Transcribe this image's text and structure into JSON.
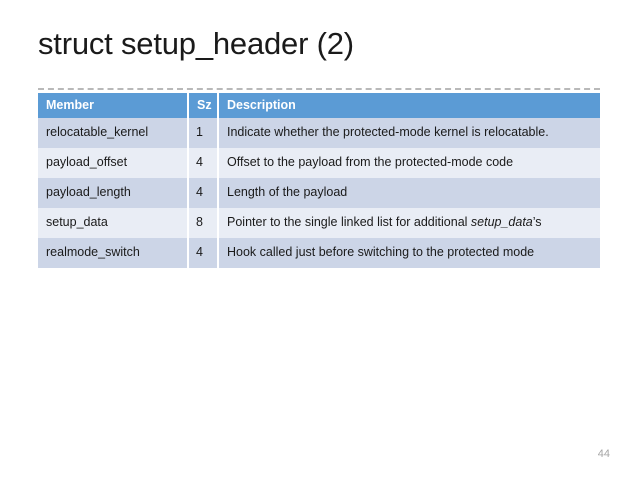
{
  "slide": {
    "title": "struct setup_header (2)",
    "number": "44",
    "accent_color": "#5B9BD5",
    "row_tint_color": "#CCD5E7",
    "row_plain_color": "#E9EDF5"
  },
  "table": {
    "headers": {
      "member": "Member",
      "sz": "Sz",
      "description": "Description"
    },
    "rows": [
      {
        "member": "relocatable_kernel",
        "sz": "1",
        "description": "Indicate whether the protected-mode kernel is relocatable.",
        "description_italic": ""
      },
      {
        "member": "payload_offset",
        "sz": "4",
        "description": "Offset to the payload from the protected-mode code",
        "description_italic": ""
      },
      {
        "member": "payload_length",
        "sz": "4",
        "description": "Length of the payload",
        "description_italic": ""
      },
      {
        "member": "setup_data",
        "sz": "8",
        "description": "Pointer to the single linked list for additional ",
        "description_italic": "setup_data",
        "description_tail": "’s"
      },
      {
        "member": "realmode_switch",
        "sz": "4",
        "description": "Hook called just before switching to the protected mode",
        "description_italic": ""
      }
    ]
  }
}
